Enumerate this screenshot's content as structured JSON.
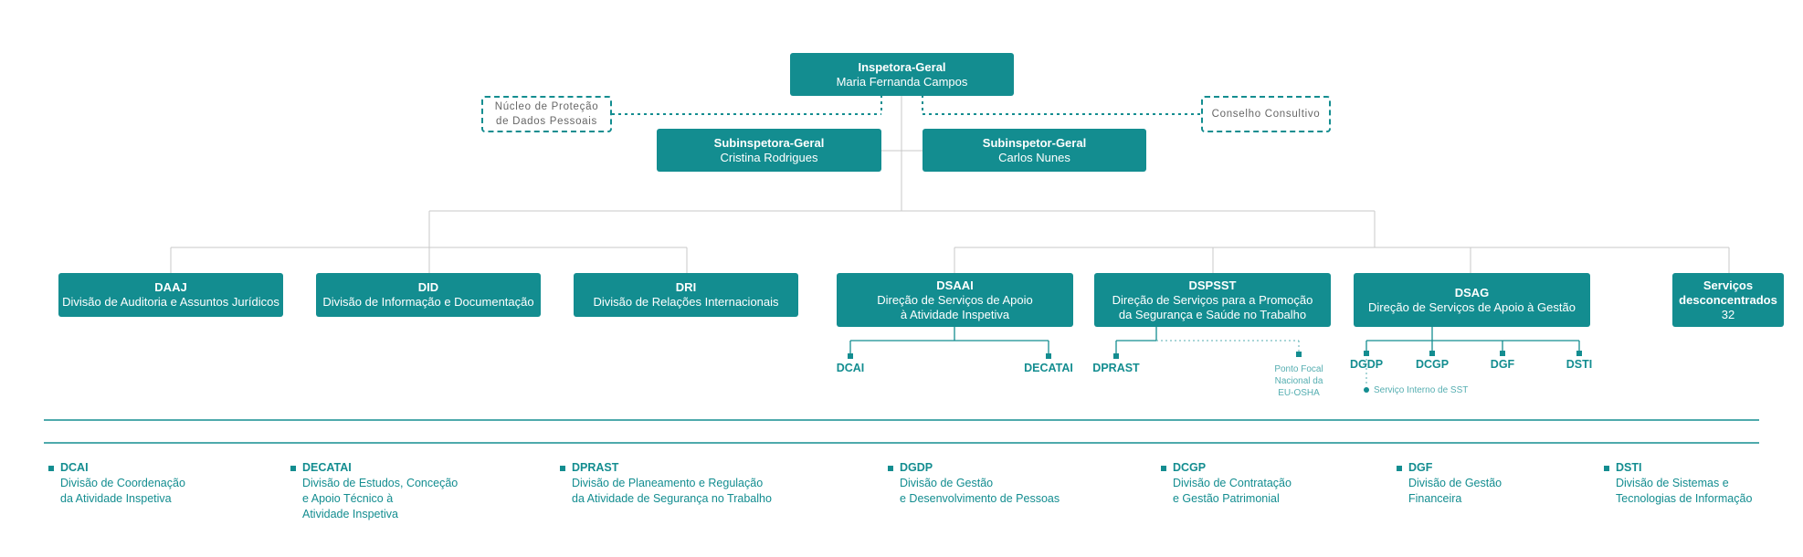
{
  "top": {
    "title": "Inspetora-Geral",
    "name": "Maria Fernanda Campos"
  },
  "sub_left": {
    "title": "Subinspetora-Geral",
    "name": "Cristina Rodrigues"
  },
  "sub_right": {
    "title": "Subinspetor-Geral",
    "name": "Carlos Nunes"
  },
  "advisory_left": {
    "line1": "Núcleo de Proteção",
    "line2": "de Dados Pessoais"
  },
  "advisory_right": {
    "label": "Conselho Consultivo"
  },
  "divisions": {
    "daaj": {
      "code": "DAAJ",
      "name": "Divisão de Auditoria e Assuntos Jurídicos"
    },
    "did": {
      "code": "DID",
      "name": "Divisão de Informação e Documentação"
    },
    "dri": {
      "code": "DRI",
      "name": "Divisão de Relações Internacionais"
    }
  },
  "directorates": {
    "dsaai": {
      "code": "DSAAI",
      "line1": "Direção de Serviços de Apoio",
      "line2": "à Atividade Inspetiva",
      "units": [
        "DCAI",
        "DECATAI"
      ]
    },
    "dspsst": {
      "code": "DSPSST",
      "line1": "Direção de Serviços para a Promoção",
      "line2": "da Segurança e Saúde no Trabalho",
      "units": [
        "DPRAST"
      ],
      "focal_point": [
        "Ponto Focal",
        "Nacional da",
        "EU-OSHA"
      ]
    },
    "dsag": {
      "code": "DSAG",
      "line1": "Direção de Serviços de Apoio à Gestão",
      "units": [
        "DGDP",
        "DCGP",
        "DGF",
        "DSTI"
      ],
      "internal_service": "Serviço Interno de SST"
    }
  },
  "decentralized": {
    "line1": "Serviços",
    "line2": "desconcentrados",
    "count": "32"
  },
  "legend": [
    {
      "code": "DCAI",
      "lines": [
        "Divisão de Coordenação",
        "da Atividade Inspetiva"
      ]
    },
    {
      "code": "DECATAI",
      "lines": [
        "Divisão de Estudos, Conceção",
        "e Apoio Técnico à",
        "Atividade Inspetiva"
      ]
    },
    {
      "code": "DPRAST",
      "lines": [
        "Divisão de Planeamento e Regulação",
        "da Atividade de Segurança no Trabalho"
      ]
    },
    {
      "code": "DGDP",
      "lines": [
        "Divisão de Gestão",
        "e Desenvolvimento de Pessoas"
      ]
    },
    {
      "code": "DCGP",
      "lines": [
        "Divisão de Contratação",
        "e Gestão Patrimonial"
      ]
    },
    {
      "code": "DGF",
      "lines": [
        "Divisão de Gestão",
        "Financeira"
      ]
    },
    {
      "code": "DSTI",
      "lines": [
        "Divisão de Sistemas e",
        "Tecnologias de Informação"
      ]
    }
  ],
  "colors": {
    "primary": "#138d90",
    "connector": "#c8c8c8",
    "muted": "#55aeb1"
  }
}
